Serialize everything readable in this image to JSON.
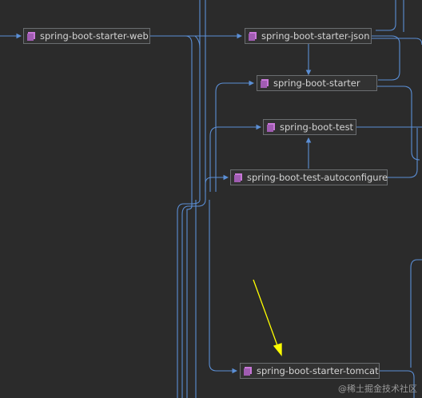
{
  "nodes": {
    "starter_web": {
      "label": "spring-boot-starter-web",
      "icon": "maven-module-icon"
    },
    "starter_json": {
      "label": "spring-boot-starter-json",
      "icon": "maven-module-icon"
    },
    "starter": {
      "label": "spring-boot-starter",
      "icon": "maven-module-icon"
    },
    "test": {
      "label": "spring-boot-test",
      "icon": "maven-module-icon"
    },
    "test_autoconfigure": {
      "label": "spring-boot-test-autoconfigure",
      "icon": "maven-module-icon"
    },
    "starter_tomcat": {
      "label": "spring-boot-starter-tomcat",
      "icon": "maven-module-icon"
    }
  },
  "watermark": "@稀土掘金技术社区",
  "colors": {
    "background": "#2b2b2b",
    "edge": "#5b8fd6",
    "node_border": "#6a6d70",
    "node_text": "#d4d4d4",
    "icon": "#c878d8",
    "arrow_highlight": "#ffff00"
  }
}
